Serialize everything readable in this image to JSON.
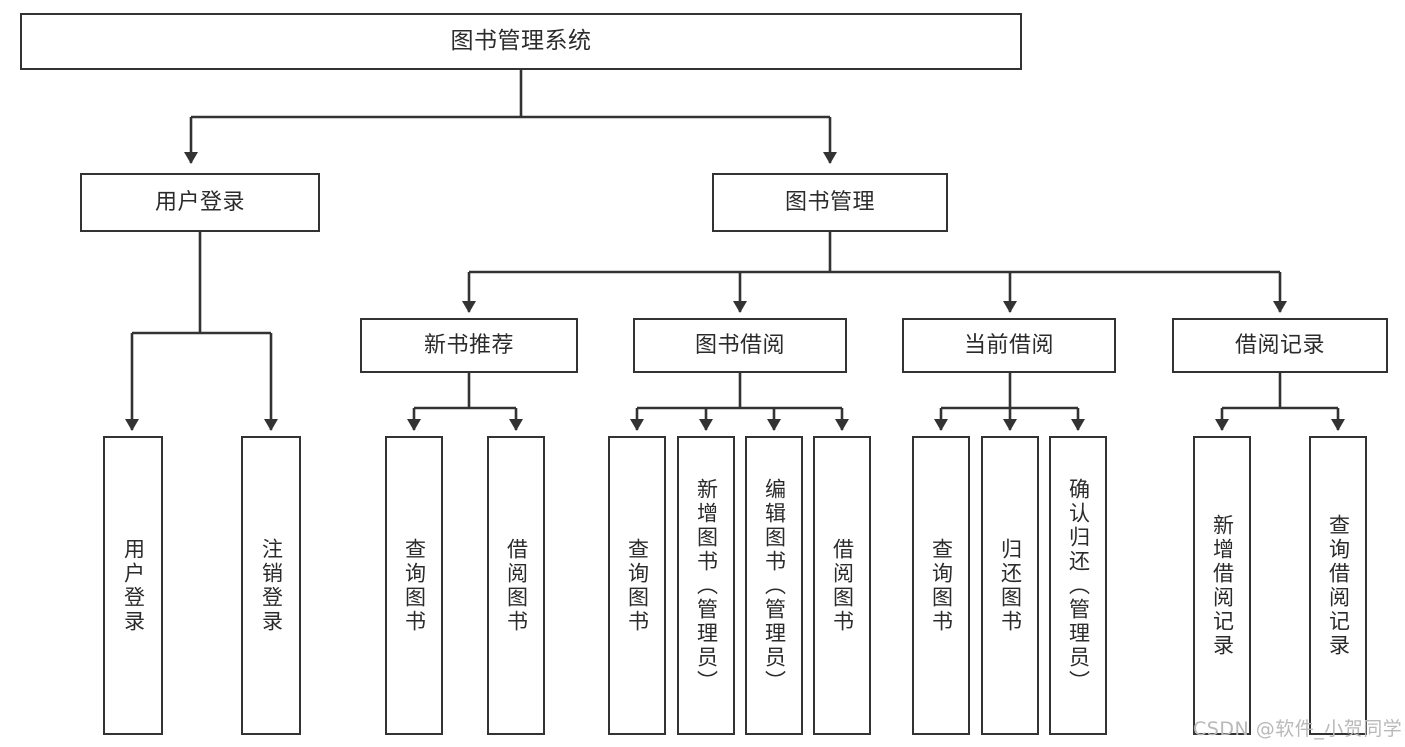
{
  "diagram": {
    "type": "tree",
    "title": "图书管理系统",
    "orientation": "top-down",
    "levels": 4,
    "colors": {
      "box_border": "#333333",
      "box_fill": "#ffffff",
      "text": "#2b2b2b",
      "edge": "#333333",
      "watermark": "#b9b9b9",
      "background": "#ffffff"
    }
  },
  "nodes": {
    "root": {
      "label": "图书管理系统"
    },
    "level1": [
      {
        "id": "user-login",
        "label": "用户登录"
      },
      {
        "id": "book-manage",
        "label": "图书管理"
      }
    ],
    "level2": [
      {
        "id": "new-book-recommend",
        "label": "新书推荐"
      },
      {
        "id": "book-borrow",
        "label": "图书借阅"
      },
      {
        "id": "current-borrow",
        "label": "当前借阅"
      },
      {
        "id": "borrow-record",
        "label": "借阅记录"
      }
    ],
    "leaves": {
      "user-login": [
        {
          "id": "leaf-user-login",
          "label": "用户登录"
        },
        {
          "id": "leaf-logout-login",
          "label": "注销登录"
        }
      ],
      "new-book-recommend": [
        {
          "id": "leaf-query-book-1",
          "label": "查询图书"
        },
        {
          "id": "leaf-borrow-book-1",
          "label": "借阅图书"
        }
      ],
      "book-borrow": [
        {
          "id": "leaf-query-book-2",
          "label": "查询图书"
        },
        {
          "id": "leaf-add-book",
          "label": "新增图书（管理员）"
        },
        {
          "id": "leaf-edit-book",
          "label": "编辑图书（管理员）"
        },
        {
          "id": "leaf-borrow-book-2",
          "label": "借阅图书"
        }
      ],
      "current-borrow": [
        {
          "id": "leaf-query-book-3",
          "label": "查询图书"
        },
        {
          "id": "leaf-return-book",
          "label": "归还图书"
        },
        {
          "id": "leaf-confirm-return",
          "label": "确认归还（管理员）"
        }
      ],
      "borrow-record": [
        {
          "id": "leaf-add-record",
          "label": "新增借阅记录"
        },
        {
          "id": "leaf-query-record",
          "label": "查询借阅记录"
        }
      ]
    }
  },
  "watermark": {
    "text": "CSDN @软件_小贺同学"
  }
}
